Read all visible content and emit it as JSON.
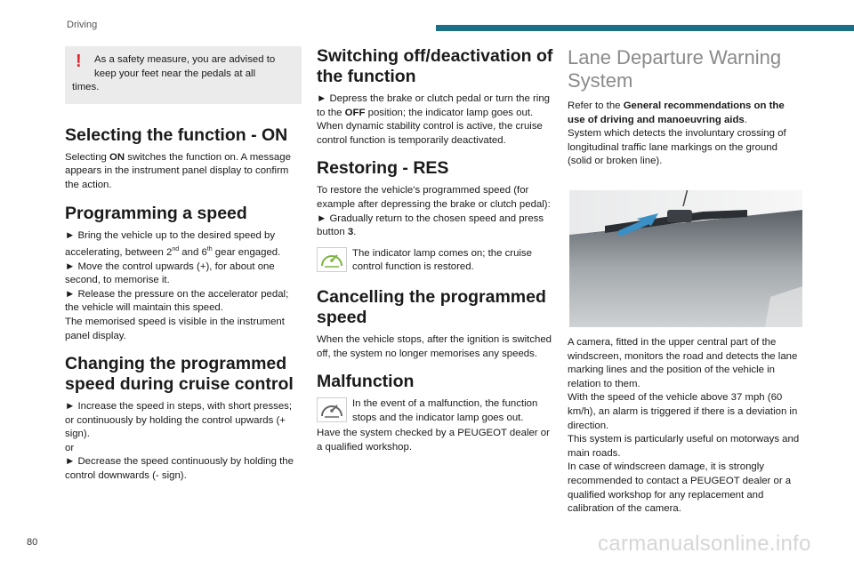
{
  "header": {
    "section": "Driving",
    "page_number": "80"
  },
  "watermark": "carmanualsonline.info",
  "col1": {
    "warning": {
      "line1": "As a safety measure, you are advised to",
      "line2": "keep your feet near the pedals at all",
      "line3": "times."
    },
    "h_select": "Selecting the function - ON",
    "select": {
      "pre": "Selecting ",
      "on": "ON",
      "post": " switches the function on. A message appears in the instrument panel display to confirm the action."
    },
    "h_program": "Programming a speed",
    "program": {
      "l1": "► Bring the vehicle up to the desired speed by",
      "l2_a": "accelerating, between 2",
      "l2_sup1": "nd",
      "l2_b": " and 6",
      "l2_sup2": "th",
      "l2_c": " gear engaged.",
      "l3": "► Move the control upwards (+), for about one second, to memorise it.",
      "l4": "► Release the pressure on the accelerator pedal; the vehicle will maintain this speed.",
      "l5": "The memorised speed is visible in the instrument panel display."
    },
    "h_change": "Changing the programmed speed during cruise control",
    "change": {
      "l1": "► Increase the speed in steps, with short presses; or continuously by holding the control upwards (+ sign).",
      "l2": "or",
      "l3": "► Decrease the speed continuously by holding the control downwards (- sign)."
    }
  },
  "col2": {
    "h_off": "Switching off/deactivation of the function",
    "off": {
      "l1_pre": "► Depress the brake or clutch pedal or turn the ring to the ",
      "l1_b": "OFF",
      "l1_post": " position; the indicator lamp goes out.",
      "l2": "When dynamic stability control is active, the cruise control function is temporarily deactivated."
    },
    "h_restore": "Restoring - RES",
    "restore": {
      "l1": "To restore the vehicle's programmed speed (for example after depressing the brake or clutch pedal):",
      "l2_pre": "► Gradually return to the chosen speed and press button ",
      "l2_b": "3",
      "l2_post": ".",
      "icon_text": "The indicator lamp comes on; the cruise control function is restored."
    },
    "h_cancel": "Cancelling the programmed speed",
    "cancel": "When the vehicle stops, after the ignition is switched off, the system no longer memorises any speeds.",
    "h_malf": "Malfunction",
    "malf": {
      "icon_text": "In the event of a malfunction, the function stops and the indicator lamp goes out.",
      "l2": "Have the system checked by a PEUGEOT dealer or a qualified workshop."
    }
  },
  "col3": {
    "h_ldw": "Lane Departure Warning System",
    "ref": {
      "pre": "Refer to the ",
      "b": "General recommendations on the use of driving and manoeuvring aids",
      "post": "."
    },
    "detect": "System which detects the involuntary crossing of longitudinal traffic lane markings on the ground (solid or broken line).",
    "camera": "A camera, fitted in the upper central part of the windscreen, monitors the road and detects the lane marking lines and the position of the vehicle in relation to them.",
    "speed": "With the speed of the vehicle above 37 mph (60 km/h), an alarm is triggered if there is a deviation in direction.",
    "useful": "This system is particularly useful on motorways and main roads.",
    "damage": "In case of windscreen damage, it is strongly recommended to contact a PEUGEOT dealer or a qualified workshop for any replacement and calibration of the camera."
  },
  "colors": {
    "accent": "#1b6f86",
    "warning": "#e0282e",
    "icon": "#7cb342",
    "arrow": "#3a8fc4"
  },
  "icons": [
    "exclamation-icon",
    "cruise-control-active-icon",
    "cruise-control-fault-icon"
  ]
}
